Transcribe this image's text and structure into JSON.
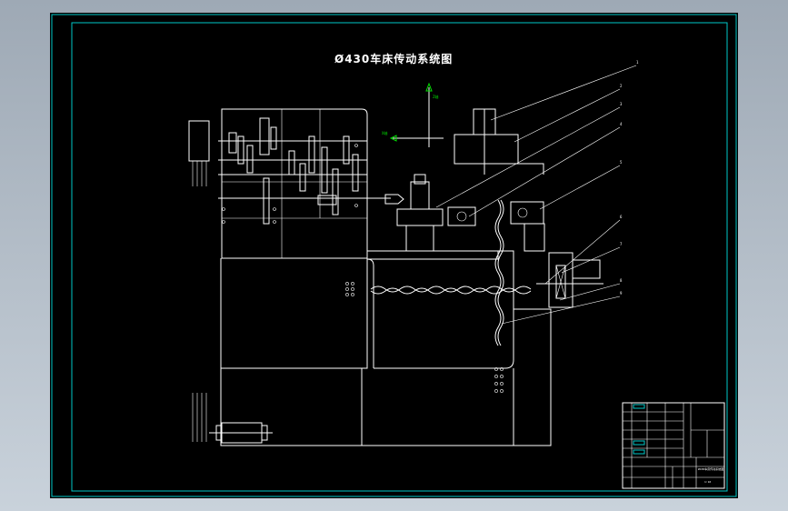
{
  "drawing": {
    "title": "Ø430车床传动系统图",
    "axis_labels": {
      "vertical": "Z轴",
      "horizontal": "X轴"
    },
    "leader_numbers": [
      "1",
      "2",
      "3",
      "4",
      "5",
      "6",
      "7",
      "8",
      "9"
    ]
  },
  "colors": {
    "background": "#000000",
    "frame": "#00c8c8",
    "lines": "#ffffff",
    "axis": "#00e000"
  },
  "title_block": {
    "drawing_name": "Ø430车床传动系统图",
    "scale": "1:10"
  }
}
